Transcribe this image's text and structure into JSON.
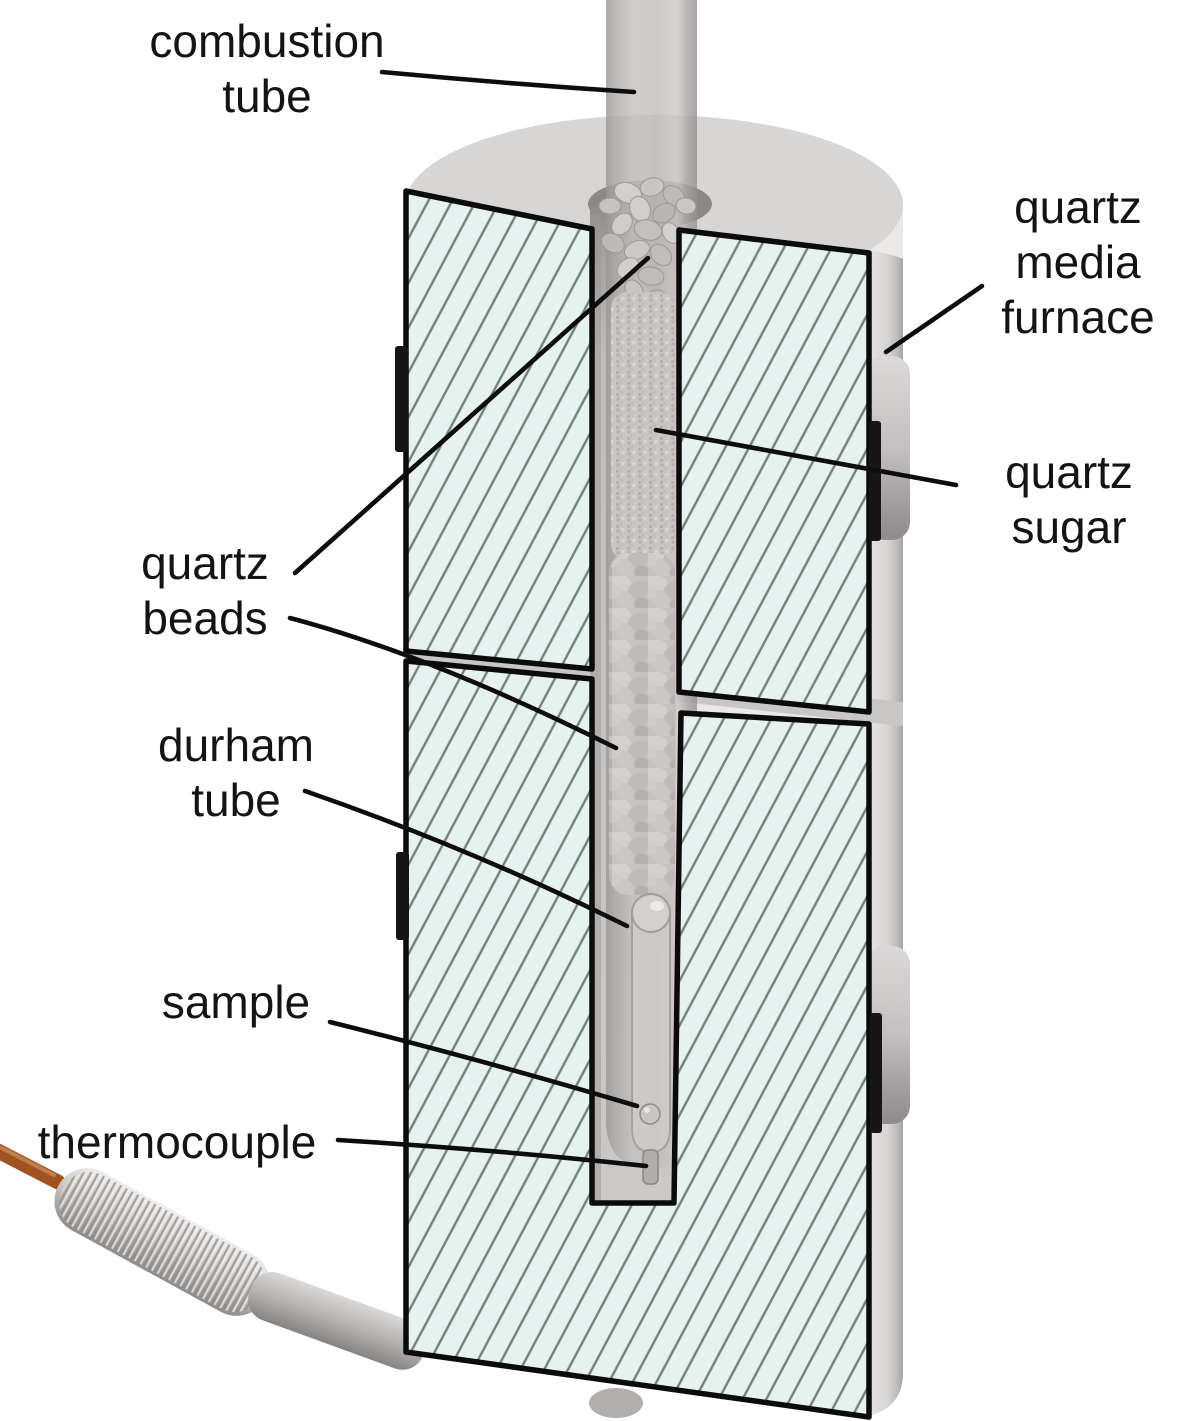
{
  "labels": {
    "combustion_tube": {
      "lines": [
        "combustion",
        "tube"
      ]
    },
    "quartz_media_furnace": {
      "lines": [
        "quartz",
        "media",
        "furnace"
      ]
    },
    "quartz_sugar": {
      "lines": [
        "quartz",
        "sugar"
      ]
    },
    "quartz_beads": {
      "lines": [
        "quartz",
        "beads"
      ]
    },
    "durham_tube": {
      "lines": [
        "durham",
        "tube"
      ]
    },
    "sample": {
      "lines": [
        "sample"
      ]
    },
    "thermocouple": {
      "lines": [
        "thermocouple"
      ]
    }
  },
  "colors": {
    "text": "#141414",
    "leader": "#0d0d0d",
    "outline": "#0b0b0b",
    "panel-fill": "#e6f2ef",
    "hatch-line": "#72807c",
    "body-top": "#d8d6d5",
    "body-main": "#ebe9e8",
    "body-shadow": "#a5a2a1",
    "hole": "#8b8886",
    "seam": "#c9c7c5",
    "tube-gray": "#b4b0ae",
    "bead-light": "#d4d1cf",
    "bead-mid": "#c3c0be",
    "bead-dark": "#aaa7a5",
    "clamp": "#161616",
    "wire-copper": "#a0521f",
    "steel-light": "#dddbd9",
    "steel-dark": "#8f8c8a"
  }
}
